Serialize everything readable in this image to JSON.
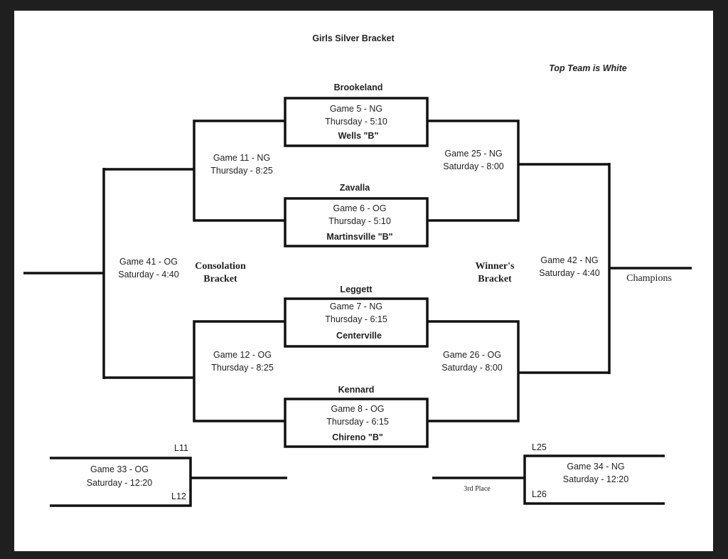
{
  "title": "Girls Silver Bracket",
  "note": "Top Team is White",
  "labels": {
    "consolation": "Consolation\nBracket",
    "winners": "Winner's\nBracket",
    "champions": "Champions",
    "third_place": "3rd Place"
  },
  "games": {
    "g5": {
      "top": "Brookeland",
      "name": "Game 5 - NG",
      "time": "Thursday - 5:10",
      "bottom": "Wells \"B\""
    },
    "g6": {
      "top": "Zavalla",
      "name": "Game 6 - OG",
      "time": "Thursday - 5:10",
      "bottom": "Martinsville \"B\""
    },
    "g7": {
      "top": "Leggett",
      "name": "Game 7 - NG",
      "time": "Thursday - 6:15",
      "bottom": "Centerville"
    },
    "g8": {
      "top": "Kennard",
      "name": "Game 8 - OG",
      "time": "Thursday - 6:15",
      "bottom": "Chireno \"B\""
    },
    "g11": {
      "name": "Game 11 - NG",
      "time": "Thursday - 8:25"
    },
    "g12": {
      "name": "Game 12 - OG",
      "time": "Thursday - 8:25"
    },
    "g25": {
      "name": "Game 25 - NG",
      "time": "Saturday - 8:00"
    },
    "g26": {
      "name": "Game 26 - OG",
      "time": "Saturday - 8:00"
    },
    "g41": {
      "name": "Game 41 - OG",
      "time": "Saturday - 4:40"
    },
    "g42": {
      "name": "Game 42 - NG",
      "time": "Saturday - 4:40"
    },
    "g33": {
      "top": "L11",
      "name": "Game 33 - OG",
      "time": "Saturday - 12:20",
      "bottom": "L12"
    },
    "g34": {
      "top": "L25",
      "name": "Game 34 - NG",
      "time": "Saturday - 12:20",
      "bottom": "L26"
    }
  }
}
